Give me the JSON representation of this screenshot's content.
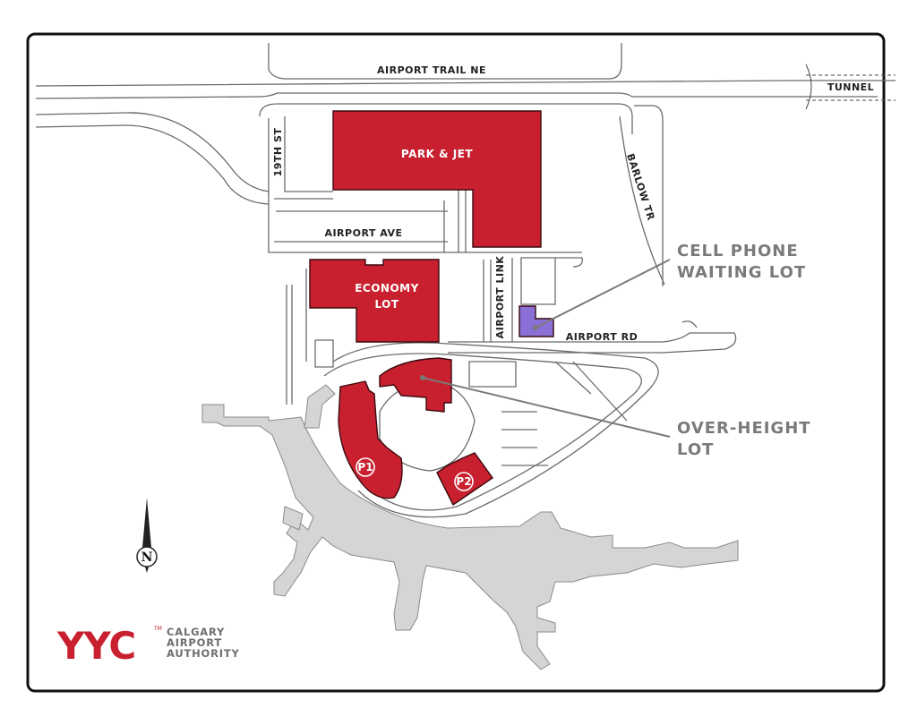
{
  "roads": {
    "airport_trail": "AIRPORT TRAIL NE",
    "tunnel": "TUNNEL",
    "nineteenth_st": "19TH ST",
    "barlow_tr": "BARLOW TR",
    "airport_ave": "AIRPORT AVE",
    "airport_link": "AIRPORT LINK",
    "airport_rd": "AIRPORT RD"
  },
  "lots": {
    "park_and_jet": "PARK & JET",
    "economy_line1": "ECONOMY",
    "economy_line2": "LOT",
    "p1": "P1",
    "p2": "P2"
  },
  "callouts": {
    "cell_phone_line1": "CELL PHONE",
    "cell_phone_line2": "WAITING LOT",
    "over_height_line1": "OVER-HEIGHT",
    "over_height_line2": "LOT"
  },
  "compass": {
    "label": "N"
  },
  "logo": {
    "mark": "YYC",
    "trademark": "TM",
    "line1": "CALGARY",
    "line2": "AIRPORT",
    "line3": "AUTHORITY"
  },
  "colors": {
    "parking": "#c8202f",
    "cell_phone_lot": "#8a6fd6",
    "terminal": "#d5d5d5",
    "callout_text": "#7a7a7a"
  }
}
